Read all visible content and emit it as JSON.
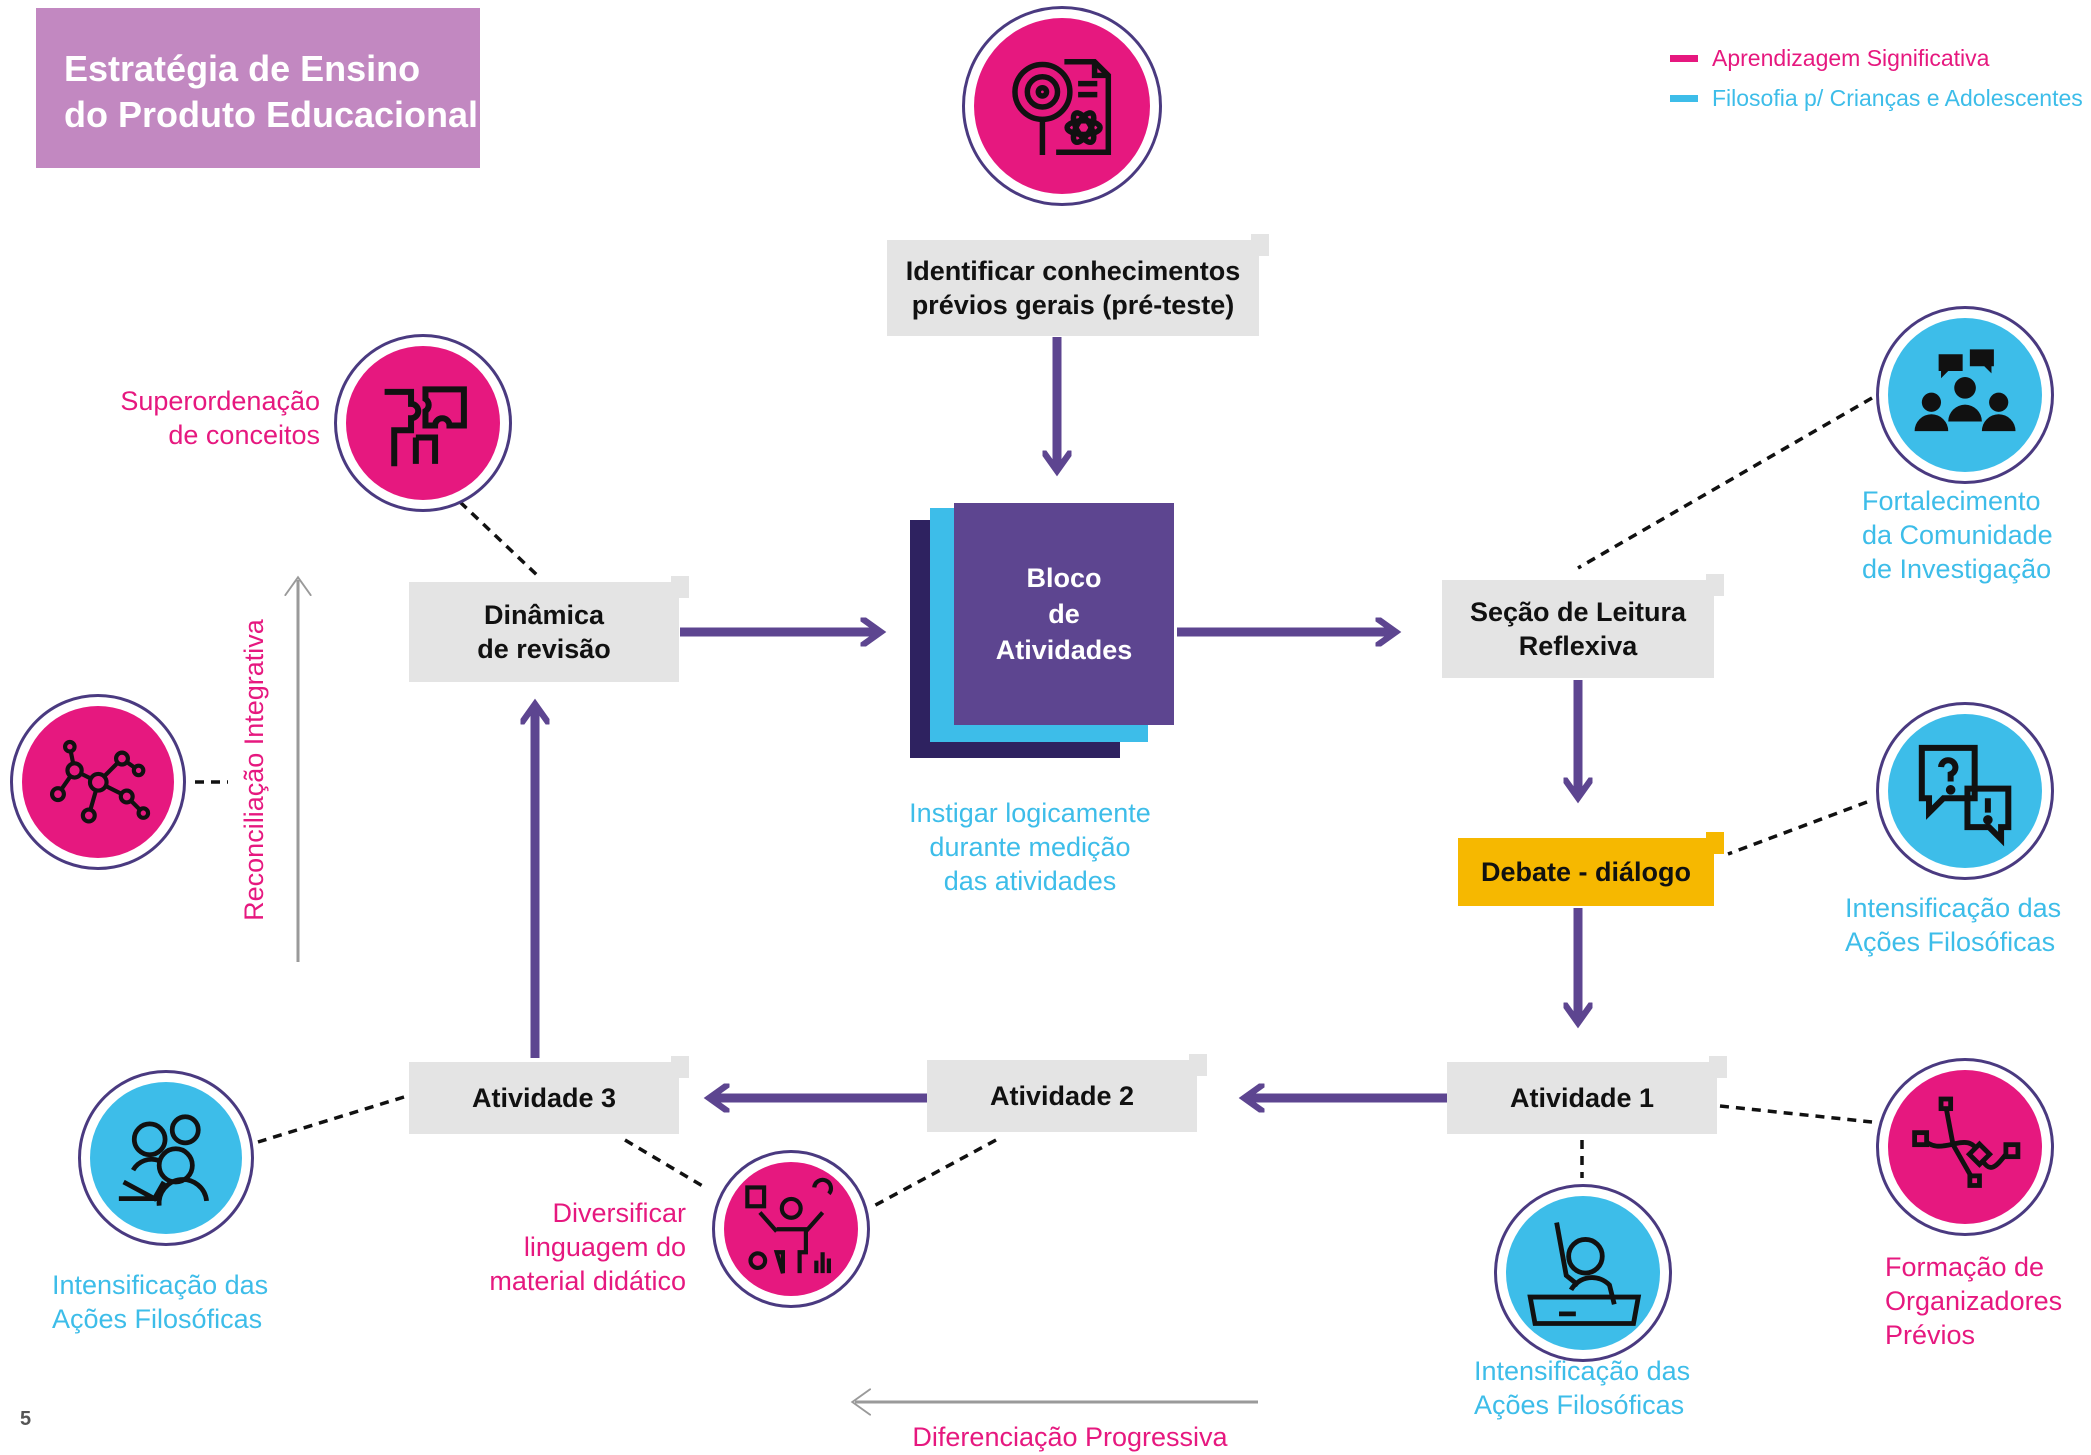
{
  "title": {
    "line1": "Estratégia de Ensino",
    "line2": "do Produto Educacional"
  },
  "legend": [
    {
      "label": "Aprendizagem Significativa",
      "color": "#e6187f"
    },
    {
      "label": "Filosofia p/ Crianças e Adolescentes",
      "color": "#3dbde9"
    }
  ],
  "colors": {
    "arrow": "#5d4590",
    "pink": "#e6187f",
    "blue": "#3dbde9",
    "box": "#e4e4e4",
    "debate": "#f6b800"
  },
  "nodes": {
    "pretest": {
      "line1": "Identificar conhecimentos",
      "line2": "prévios gerais (pré-teste)"
    },
    "bloco": {
      "line1": "Bloco",
      "line2": "de",
      "line3": "Atividades"
    },
    "secao": {
      "line1": "Seção de Leitura",
      "line2": "Reflexiva"
    },
    "debate": {
      "label": "Debate - diálogo"
    },
    "atividade1": {
      "label": "Atividade 1"
    },
    "atividade2": {
      "label": "Atividade 2"
    },
    "atividade3": {
      "label": "Atividade 3"
    },
    "dinamica": {
      "line1": "Dinâmica",
      "line2": "de revisão"
    }
  },
  "labels": {
    "superordenacao": {
      "line1": "Superordenação",
      "line2": "de conceitos"
    },
    "instigar": {
      "line1": "Instigar logicamente",
      "line2": "durante medição",
      "line3": "das atividades"
    },
    "fortalecimento": {
      "line1": "Fortalecimento",
      "line2": "da Comunidade",
      "line3": "de Investigação"
    },
    "intensificacao_right": {
      "line1": "Intensificação das",
      "line2": "Ações Filosóficas"
    },
    "intensificacao_left": {
      "line1": "Intensificação das",
      "line2": "Ações Filosóficas"
    },
    "intensificacao_bottom": {
      "line1": "Intensificação das",
      "line2": "Ações Filosóficas"
    },
    "formacao": {
      "line1": "Formação de",
      "line2": "Organizadores",
      "line3": "Prévios"
    },
    "diversificar": {
      "line1": "Diversificar",
      "line2": "linguagem do",
      "line3": "material didático"
    },
    "reconciliacao": "Reconciliação Integrativa",
    "diferenciacao": "Diferenciação Progressiva"
  },
  "icons": {
    "top": "magnifier-document-atom-icon",
    "superordenacao": "puzzle-hands-icon",
    "network": "network-nodes-icon",
    "community": "group-chat-icon",
    "questions": "question-exclamation-bubbles-icon",
    "organizers": "bezier-path-icon",
    "students": "reading-students-icon",
    "languages": "person-multiple-languages-icon",
    "raised_hand": "student-raising-hand-icon"
  },
  "page_number": "5"
}
